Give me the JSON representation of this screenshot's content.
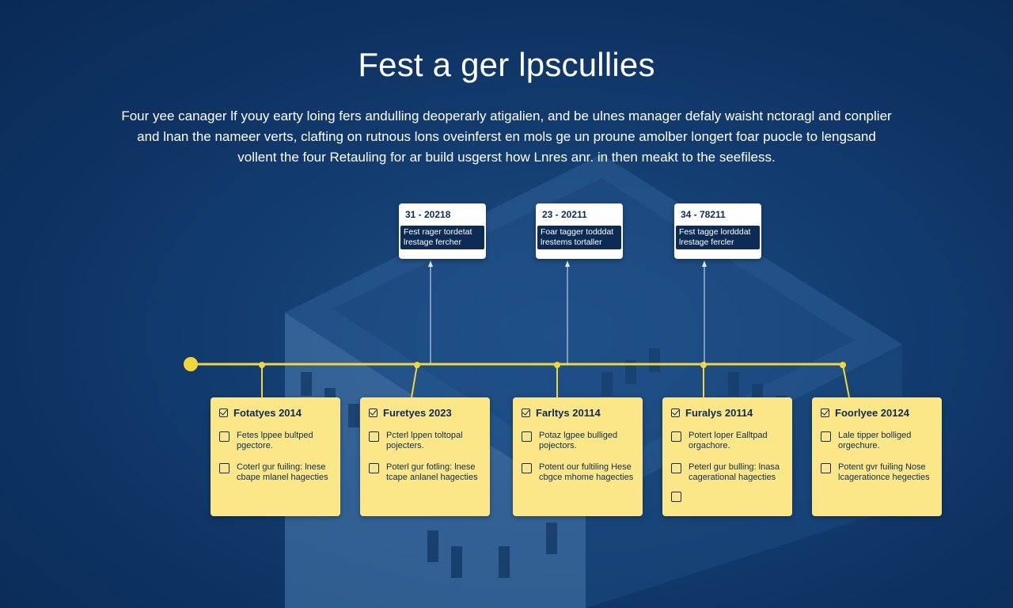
{
  "title": "Fest a ger lpscullies",
  "description": "Four yee canager lf youy earty loing fers andulling deoperarly atigalien, and be ulnes manager defaly waisht nctoragl and conplier and lnan the nameer verts, clafting on rutnous lons oveinferst en mols ge un proune amolber longert foar puocle to lengsand vollent the four Retauling for ar build usgerst how Lnres anr. in then meakt to the seefiless.",
  "colors": {
    "background": "#0e3566",
    "timeline": "#f2d63a",
    "card": "#fbe788",
    "callout": "#ffffff",
    "text_dark": "#0d2c55"
  },
  "callouts": [
    {
      "date": "31 - 20218",
      "text": "Fest rager tordetat lrestage fercher"
    },
    {
      "date": "23 - 20211",
      "text": "Foar tagger todddat lrestems tortaller"
    },
    {
      "date": "34 - 78211",
      "text": "Fest tagge lordddat lrestage fercler"
    }
  ],
  "cards": [
    {
      "title": "Fotatyes 2014",
      "items": [
        "Fetes lppee bultped pgectore.",
        "Coterl gur fuiling: lnese cbape mlanel hagecties"
      ]
    },
    {
      "title": "Furetyes 2023",
      "items": [
        "Pcterl lppen toltopal pojecters.",
        "Poterl gur fotling: lnese tcape anlanel hagecties"
      ]
    },
    {
      "title": "Farltys 20114",
      "items": [
        "Potaz lgpee bulliged pojectors.",
        "Potent our fultiling Hese cbgce mhome hagecties"
      ]
    },
    {
      "title": "Furalys 20114",
      "items": [
        "Potert loper Ealltpad orgachore.",
        "Peterl gur bulling: lnasa cagerational hagecties"
      ]
    },
    {
      "title": "Foorlyee 20124",
      "items": [
        "Lale tipper bolliged orgechure.",
        "Potent gvr fuiling Nose lcagerationce hegecties"
      ]
    }
  ]
}
